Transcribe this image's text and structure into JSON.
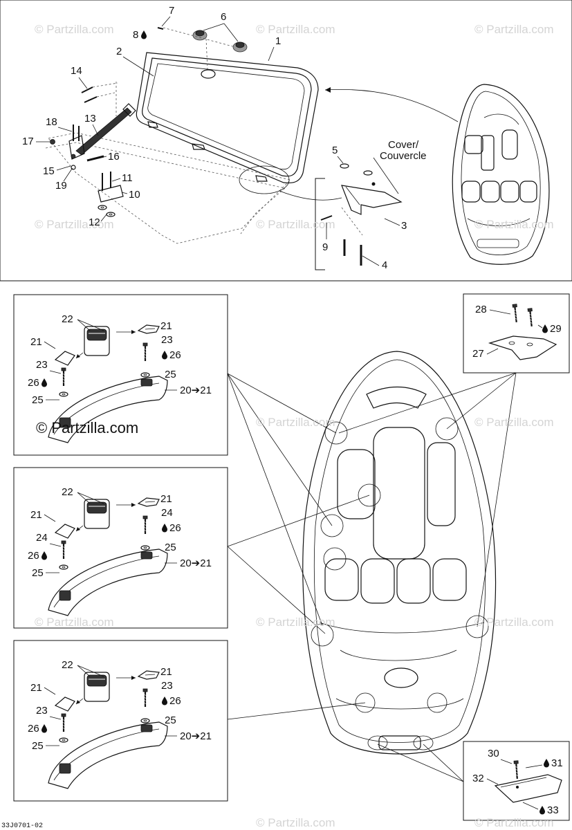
{
  "watermark": "© Partzilla.com",
  "diagram_code": "33J0701-02",
  "labels": {
    "n1": "1",
    "n2": "2",
    "n3": "3",
    "n4": "4",
    "n5": "5",
    "n6": "6",
    "n7": "7",
    "n8": "8",
    "n9": "9",
    "n10": "10",
    "n11": "11",
    "n12": "12",
    "n13": "13",
    "n14": "14",
    "n15": "15",
    "n16": "16",
    "n17": "17",
    "n18": "18",
    "n19": "19",
    "n20_21": "20➔21",
    "n21": "21",
    "n22": "22",
    "n23": "23",
    "n24": "24",
    "n25": "25",
    "n26": "26",
    "n27": "27",
    "n28": "28",
    "n29": "29",
    "n30": "30",
    "n31": "31",
    "n32": "32",
    "n33": "33"
  },
  "cover_label_en": "Cover/",
  "cover_label_fr": "Couvercle",
  "icons": {
    "drop": "adhesive-drop-icon"
  }
}
